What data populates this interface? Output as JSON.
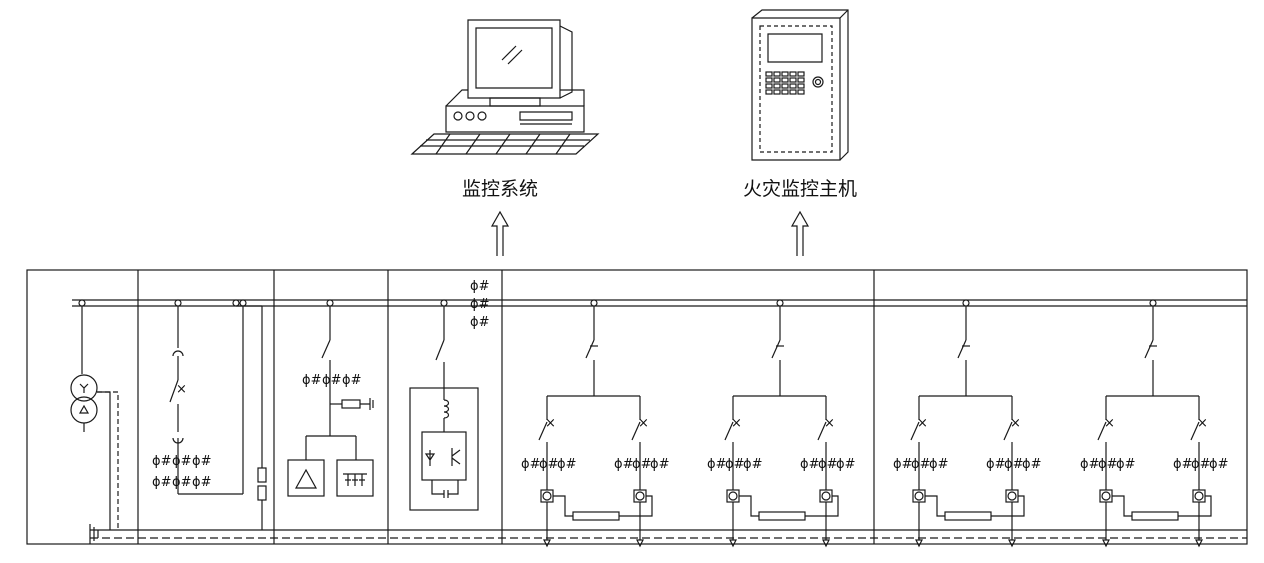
{
  "labels": {
    "monitor_system": "监控系统",
    "fire_host": "火灾监控主机"
  },
  "ct_symbol": "ϕ#",
  "breaker_mark": "×",
  "colors": {
    "line": "#1a1a1a",
    "background": "#ffffff"
  }
}
